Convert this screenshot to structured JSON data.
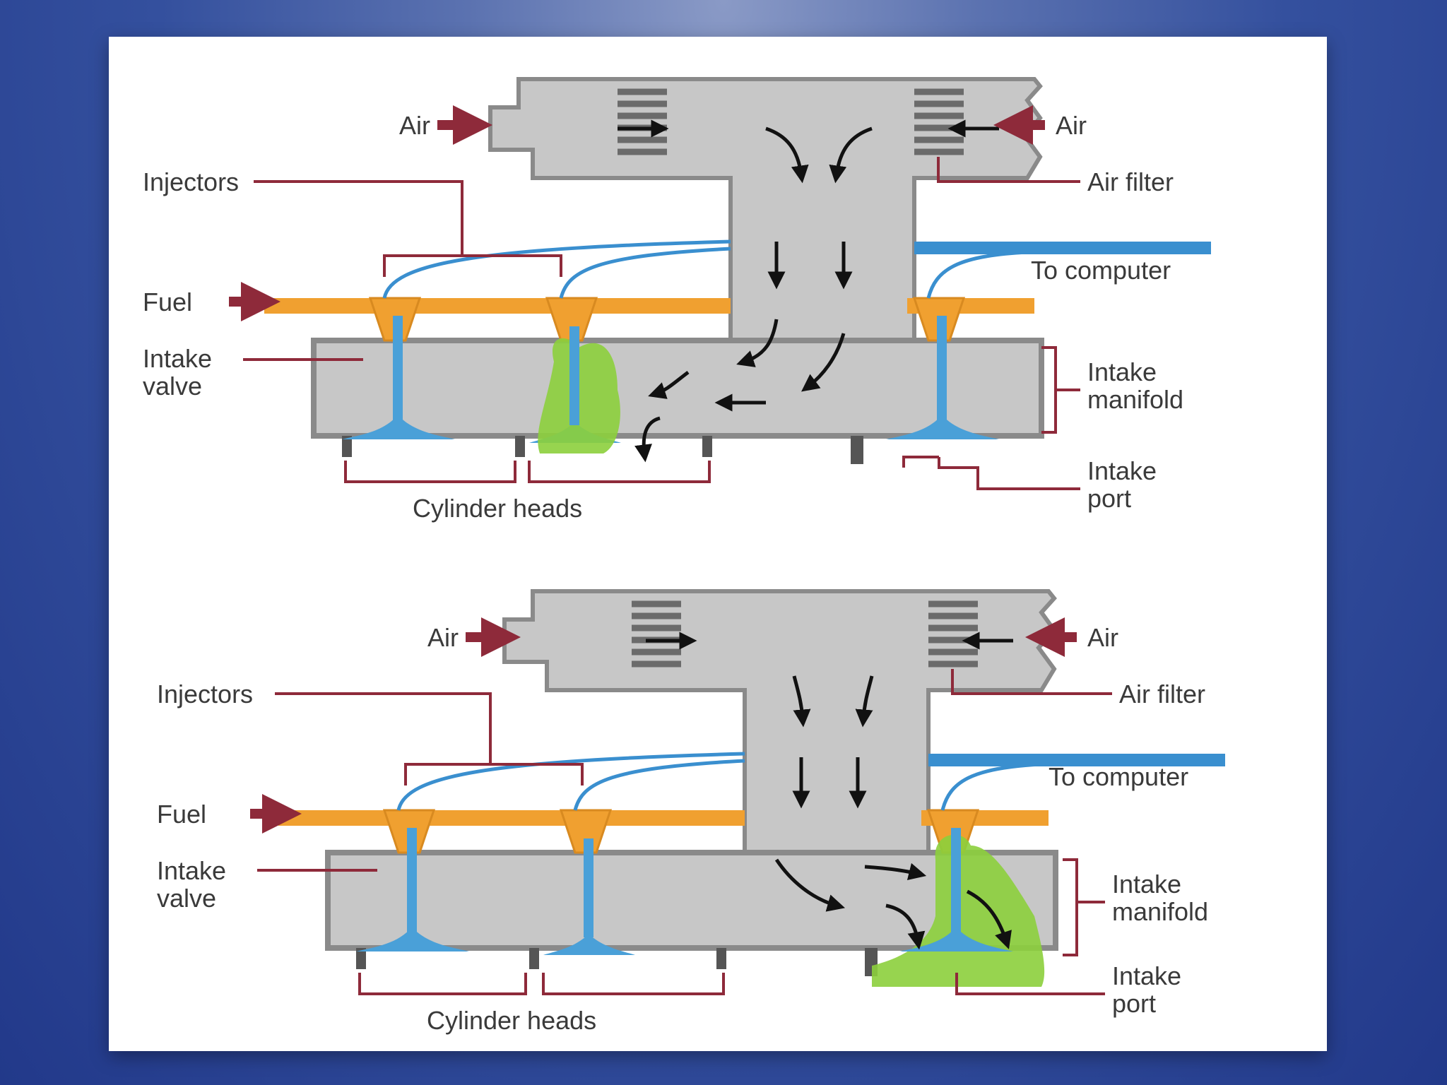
{
  "colors": {
    "background": "#2f4a9a",
    "manifold_gray": "#c7c7c7",
    "manifold_dark": "#8a8a8a",
    "fuel_orange": "#f0a030",
    "wire_blue": "#3a8fcf",
    "valve_blue": "#4aa0d8",
    "fuel_spray_green": "#8ccf3c",
    "leader_red": "#8e2a3a",
    "arrow_black": "#111111"
  },
  "diagrams": [
    {
      "labels": {
        "air_left": "Air",
        "air_right": "Air",
        "air_filter": "Air filter",
        "injectors": "Injectors",
        "to_computer": "To computer",
        "fuel": "Fuel",
        "intake_valve_1": "Intake",
        "intake_valve_2": "valve",
        "intake_manifold_1": "Intake",
        "intake_manifold_2": "manifold",
        "intake_port_1": "Intake",
        "intake_port_2": "port",
        "cylinder_heads": "Cylinder heads"
      }
    },
    {
      "labels": {
        "air_left": "Air",
        "air_right": "Air",
        "air_filter": "Air filter",
        "injectors": "Injectors",
        "to_computer": "To computer",
        "fuel": "Fuel",
        "intake_valve_1": "Intake",
        "intake_valve_2": "valve",
        "intake_manifold_1": "Intake",
        "intake_manifold_2": "manifold",
        "intake_port_1": "Intake",
        "intake_port_2": "port",
        "cylinder_heads": "Cylinder heads"
      }
    }
  ]
}
